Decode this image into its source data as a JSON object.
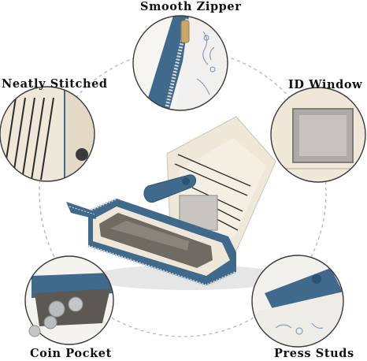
{
  "labels": {
    "smooth_zipper": "Smooth Zipper",
    "neatly_stitched": "Neatly Stitched",
    "id_window": "ID Window",
    "coin_pocket": "Coin Pocket",
    "press_studs": "Press Studs"
  },
  "colors": {
    "wallet_blue": "#3f6a8c",
    "wallet_blue_dark": "#2d5373",
    "leather_cream": "#efe7d8",
    "leather_cream_shadow": "#d9cfbd",
    "stitch_line": "#2a2a2a",
    "dashed_guide": "#b5b5b5",
    "circle_border": "#3a3a3a",
    "coin_silver": "#b9bcbf",
    "zipper_gold": "#c9a86a",
    "floral_print": "#6f8fb0"
  },
  "icons": {
    "zipper_detail": "zipper-closeup-icon",
    "stitch_detail": "card-slots-closeup-icon",
    "id_window_detail": "id-window-closeup-icon",
    "coin_detail": "coin-pocket-closeup-icon",
    "stud_detail": "press-stud-closeup-icon"
  }
}
